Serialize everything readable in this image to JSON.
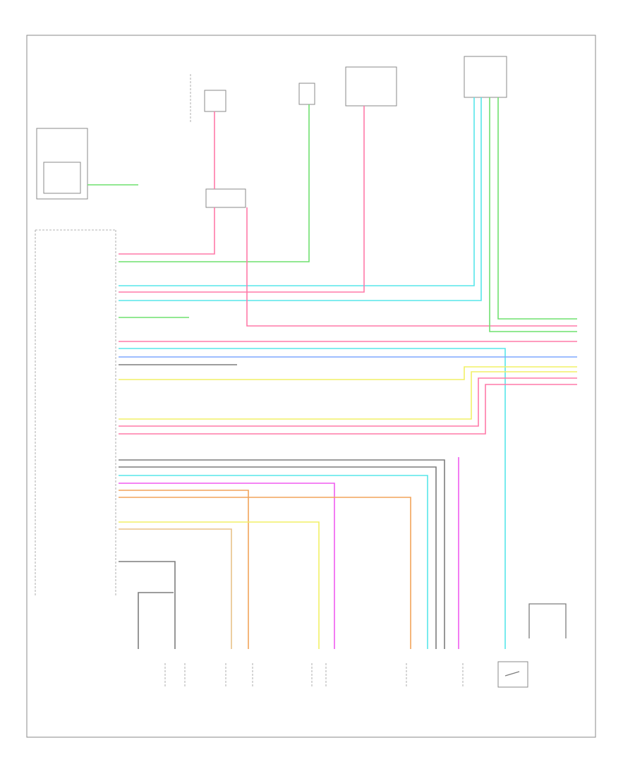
{
  "figure_label": "",
  "colors": {
    "pink": "#ff7aa8",
    "green": "#6fe06f",
    "cyan": "#57e6ea",
    "blue": "#7fa8ff",
    "yellow": "#f2f066",
    "orange": "#f2a45a",
    "magenta": "#f05cf0",
    "tan": "#e8c288",
    "gray": "#7d7d7d"
  },
  "components": [
    {
      "id": "instrument-cluster-module",
      "label": ""
    },
    {
      "id": "ignition-switch-top",
      "label": ""
    },
    {
      "id": "steering-angle-sensor-connector",
      "label": ""
    },
    {
      "id": "stoplamp-switch",
      "label": ""
    },
    {
      "id": "yaw-rate-sensor",
      "label": ""
    },
    {
      "id": "splice-pack",
      "label": ""
    },
    {
      "id": "ebcm-module",
      "label": ""
    },
    {
      "id": "wheel-speed-sensor-lf",
      "label": ""
    },
    {
      "id": "wheel-speed-sensor-rf",
      "label": ""
    },
    {
      "id": "wheel-speed-sensor-lr",
      "label": ""
    },
    {
      "id": "wheel-speed-sensor-rr",
      "label": ""
    },
    {
      "id": "brake-fluid-level-switch",
      "label": ""
    },
    {
      "id": "ground-point",
      "label": ""
    }
  ],
  "wires": [
    {
      "color": "pink",
      "label": ""
    },
    {
      "color": "green",
      "label": ""
    },
    {
      "color": "cyan",
      "label": ""
    },
    {
      "color": "pink",
      "label": ""
    },
    {
      "color": "cyan",
      "label": ""
    },
    {
      "color": "green",
      "label": ""
    },
    {
      "color": "pink",
      "label": ""
    },
    {
      "color": "cyan",
      "label": ""
    },
    {
      "color": "blue",
      "label": ""
    },
    {
      "color": "gray",
      "label": ""
    },
    {
      "color": "yellow",
      "label": ""
    },
    {
      "color": "yellow",
      "label": ""
    },
    {
      "color": "pink",
      "label": ""
    },
    {
      "color": "pink",
      "label": ""
    },
    {
      "color": "gray",
      "label": ""
    },
    {
      "color": "gray",
      "label": ""
    },
    {
      "color": "cyan",
      "label": ""
    },
    {
      "color": "magenta",
      "label": ""
    },
    {
      "color": "orange",
      "label": ""
    },
    {
      "color": "orange",
      "label": ""
    },
    {
      "color": "yellow",
      "label": ""
    },
    {
      "color": "tan",
      "label": ""
    },
    {
      "color": "gray",
      "label": ""
    }
  ]
}
